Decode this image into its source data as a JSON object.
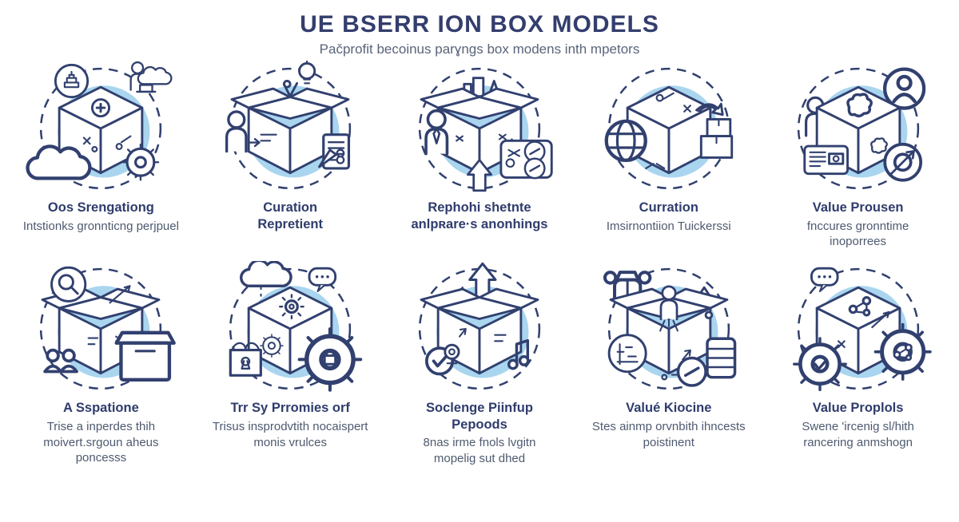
{
  "page": {
    "title": "UE BSERR ION BOX MODELS",
    "subtitle": "Pačprofit becoinus parɣngs box modens inth mpetors"
  },
  "colors": {
    "line_navy": "#31406f",
    "title_navy": "#2f3c6c",
    "body_text": "#4e5a70",
    "icon_blue": "#a9d5ef",
    "background": "#ffffff"
  },
  "icons": {
    "item1": "box-plus-cake-person-cloud-gear-icon",
    "item2": "open-box-bulb-person-checklist-icon",
    "item3": "person-unboxing-arrow-panel-icon",
    "item4": "globe-box-stacked-parcels-icon",
    "item5": "person-storefront-box-avatar-target-icon",
    "item6": "magnifier-box-team-storage-icon",
    "item7": "locked-giftbox-gear-chat-cloud-icon",
    "item8": "open-box-up-arrow-check-music-icon",
    "item9": "person-in-box-binoculars-barrel-icon",
    "item10": "box-network-gears-chat-icon"
  },
  "items": [
    {
      "title": "Oos Srengationg",
      "description": "Intstionks gronnticng perjpuel"
    },
    {
      "title": "Curation Repretient",
      "description": ""
    },
    {
      "title": "Rephohi shetnte anlpʀare·s anonhings",
      "description": ""
    },
    {
      "title": "Curration",
      "description": "Imsirnontiion Tuickerssi"
    },
    {
      "title": "Value Prousen",
      "description": "fnccures gronntime inoporrees"
    },
    {
      "title": "A Sspatione",
      "description": "Trise a inperdes thih moivert.srgoun aheus poncesss"
    },
    {
      "title": "Trr Sy Prromies orf",
      "description": "Trisus insprodvtith nocaispert monis vrulces"
    },
    {
      "title": "Soclenge Piinfup Pepoods",
      "description": "8nas irme fnols lvgitn mopelig sut dhed"
    },
    {
      "title": "Valué Kiocine",
      "description": "Stes ainmp orvnbith ihncests poistinent"
    },
    {
      "title": "Value Proplols",
      "description": "Swene 'ircenig sl/hith rancering anmshogn"
    }
  ]
}
